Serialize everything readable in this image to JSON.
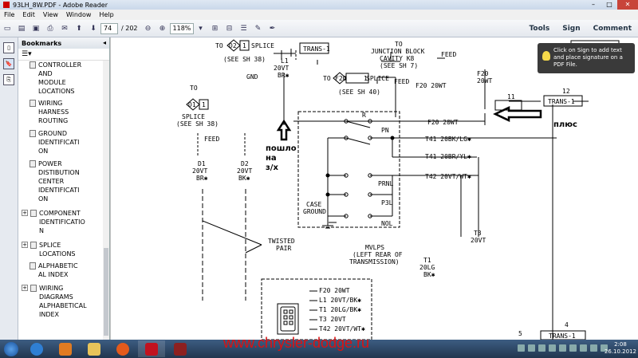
{
  "window": {
    "title": "93LH_8W.PDF - Adobe Reader",
    "minimize": "–",
    "maximize": "□",
    "close": "✕"
  },
  "menu": [
    "File",
    "Edit",
    "View",
    "Window",
    "Help"
  ],
  "toolbar": {
    "page_current": "74",
    "page_total": "/ 202",
    "zoom": "118%",
    "tools": "Tools",
    "sign": "Sign",
    "comment": "Comment"
  },
  "bookmarks": {
    "header": "Bookmarks",
    "items": [
      {
        "label": "CONTROLLER AND MODULE LOCATIONS",
        "lines": [
          "CONTROLLER",
          "AND",
          "MODULE",
          "LOCATIONS"
        ],
        "level": 2
      },
      {
        "label": "WIRING HARNESS ROUTING",
        "lines": [
          "WIRING",
          "HARNESS",
          "ROUTING"
        ],
        "level": 2
      },
      {
        "label": "GROUND IDENTIFICATION",
        "lines": [
          "GROUND",
          "IDENTIFICATI",
          "ON"
        ],
        "level": 2
      },
      {
        "label": "POWER DISTIBUTION CENTER IDENTIFICATION",
        "lines": [
          "POWER",
          "DISTIBUTION",
          "CENTER",
          "IDENTIFICATI",
          "ON"
        ],
        "level": 2
      },
      {
        "label": "COMPONENT IDENTIFICATION",
        "lines": [
          "COMPONENT",
          "IDENTIFICATIO",
          "N"
        ],
        "level": 1
      },
      {
        "label": "SPLICE LOCATIONS",
        "lines": [
          "SPLICE",
          "LOCATIONS"
        ],
        "level": 1
      },
      {
        "label": "ALPHABETICAL INDEX",
        "lines": [
          "ALPHABETIC",
          "AL INDEX"
        ],
        "level": 2
      },
      {
        "label": "WIRING DIAGRAMS ALPHABETICAL INDEX",
        "lines": [
          "WIRING",
          "DIAGRAMS",
          "ALPHABETICAL",
          "INDEX"
        ],
        "level": 1
      }
    ]
  },
  "sign_panel": {
    "text": "Click on Sign to add text and place signature on a PDF File."
  },
  "diagram": {
    "to_d2": "TO",
    "d2": "D2",
    "d2_pin": "1",
    "splice_a": "SPLICE",
    "see_sh38_a": "(SEE SH 38)",
    "trans1_top": "TRANS-1",
    "l1_top": "L1",
    "l1_color": "20VT",
    "l1_color2": "BR✱",
    "gnd": "GND",
    "to_junction": "TO",
    "junction1": "JUNCTION BLOCK",
    "junction2": "CAVITY K8",
    "see_sh7": "(SEE SH 7)",
    "feed_a": "FEED",
    "to_d1": "TO",
    "d1": "D1",
    "d1_pin": "1",
    "splice_b": "SPLICE",
    "see_sh38_b": "(SEE SH 38)",
    "to_f20": "TO",
    "f20": "F20",
    "f20_pin": "1",
    "splice_c": "SPLICE",
    "see_sh40": "(SEE SH 40)",
    "feed_b": "FEED",
    "f20_wire": "F20 20WT",
    "f20_vert": "F20",
    "f20_vert2": "20WT",
    "num11": "11",
    "num12": "12",
    "trans1_right": "TRANS-1",
    "feed_c": "FEED",
    "d1_label": "D1",
    "d1_color": "20VT",
    "d1_color2": "BR✱",
    "d2_label": "D2",
    "d2_color": "20VT",
    "d2_color2": "BK✱",
    "r_label": "R",
    "pn_label": "PN",
    "prnl_label": "PRNL",
    "p3l_label": "P3L",
    "nol_label": "NOL",
    "case": "CASE",
    "ground": "GROUND",
    "f20_sw": "F20 20WT",
    "t41_a": "T41 20BK/LG✱",
    "t41_b": "T41 20BR/YL✱",
    "t42": "T42 20VT/WT✱",
    "t3": "T3",
    "t3_color": "20VT",
    "t1": "T1",
    "t1_color": "20LG",
    "t1_color2": "BK✱",
    "twisted": "TWISTED",
    "pair": "PAIR",
    "mvlps1": "MVLPS",
    "mvlps2": "(LEFT REAR OF",
    "mvlps3": "TRANSMISSION)",
    "conn_f20": "F20 20WT",
    "conn_l1": "L1 20VT/BK✱",
    "conn_t1": "T1 20LG/BK✱",
    "conn_t3": "T3 20VT",
    "conn_t42": "T42 20VT/WT✱",
    "num5": "5",
    "num4": "4",
    "trans1_bottom": "TRANS-1",
    "ann_plus": "плюс",
    "ann_left1": "пошло",
    "ann_left2": "на",
    "ann_left3": "з/х"
  },
  "taskbar": {
    "watermark": "www.chrysler-dodge.ru",
    "time": "2:08",
    "date": "26.10.2012"
  }
}
